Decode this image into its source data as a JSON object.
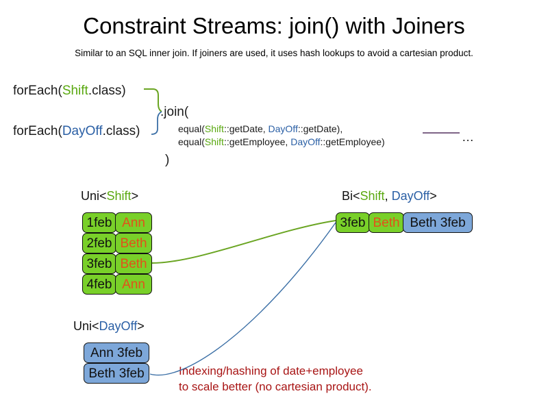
{
  "header": {
    "title": "Constraint Streams: join() with Joiners",
    "subtitle": "Similar to an SQL inner join. If joiners are used, it uses hash lookups to avoid a cartesian product."
  },
  "code": {
    "foreach_shift": {
      "prefix": "forEach(",
      "type": "Shift",
      "suffix": ".class)"
    },
    "foreach_dayoff": {
      "prefix": "forEach(",
      "type": "DayOff",
      "suffix": ".class)"
    },
    "join_open": ".join(",
    "join_close": ")",
    "equal_date": {
      "fn_open": "equal(",
      "left_type": "Shift",
      "left_method": "::getDate, ",
      "right_type": "DayOff",
      "right_method": "::getDate),"
    },
    "equal_employee": {
      "fn_open": "equal(",
      "left_type": "Shift",
      "left_method": "::getEmployee, ",
      "right_type": "DayOff",
      "right_method": "::getEmployee)"
    },
    "ellipsis": "…"
  },
  "streams": {
    "uni_shift": {
      "label_prefix": "Uni<",
      "label_type": "Shift",
      "label_suffix": ">",
      "rows": [
        {
          "date": "1feb",
          "employee": "Ann"
        },
        {
          "date": "2feb",
          "employee": "Beth"
        },
        {
          "date": "3feb",
          "employee": "Beth"
        },
        {
          "date": "4feb",
          "employee": "Ann"
        }
      ]
    },
    "uni_dayoff": {
      "label_prefix": "Uni<",
      "label_type": "DayOff",
      "label_suffix": ">",
      "rows": [
        {
          "text": "Ann 3feb"
        },
        {
          "text": "Beth 3feb"
        }
      ]
    },
    "bi": {
      "label_prefix": "Bi<",
      "label_type_a": "Shift",
      "label_separator": ", ",
      "label_type_b": "DayOff",
      "label_suffix": ">",
      "row": {
        "date": "3feb",
        "employee": "Beth",
        "pair": "Beth 3feb"
      }
    }
  },
  "caption": {
    "line1": "Indexing/hashing of date+employee",
    "line2": "to scale better (no cartesian product)."
  },
  "colors": {
    "shift_green": "#59a80f",
    "dayoff_blue": "#2a5fa5",
    "fact_green": "#79d029",
    "fact_blue": "#7da7d9",
    "employee_orange": "#e2511a",
    "caption_red": "#a81414",
    "connector_green": "#6aa522",
    "connector_blue": "#3a6ea5",
    "rule_purple": "#6b4e74"
  }
}
